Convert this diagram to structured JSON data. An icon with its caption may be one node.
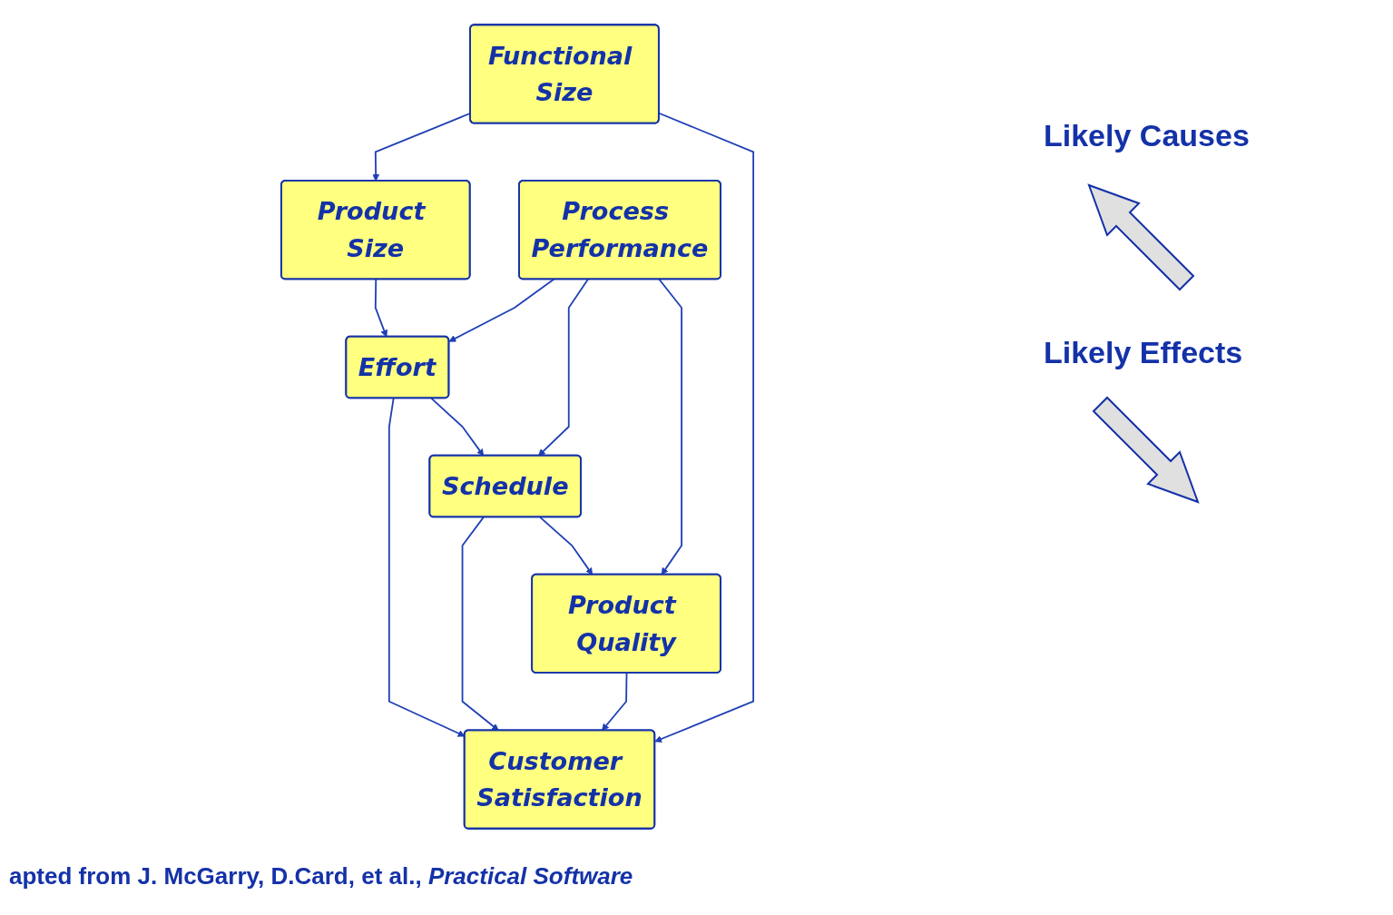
{
  "diagram": {
    "caption": "apted from J. McGarry, D.Card, et al., *Practical Software*",
    "nodes": [
      {
        "text": [
          "Functional Size"
        ]
      },
      {
        "text": [
          "Product Size"
        ]
      },
      {
        "text": [
          "Process Performance"
        ]
      },
      {
        "text": [
          "Effort"
        ]
      },
      {
        "text": [
          "Customer Satisfaction"
        ]
      },
      {
        "text": [
          "Schedule"
        ]
      },
      {
        "text": [
          "Product Quality"
        ]
      }
    ],
    "edges": [
      {
        "from": 0,
        "to": 1,
        "arrow": "to"
      },
      {
        "from": 0,
        "to": 4,
        "arrow": "to"
      },
      {
        "from": 1,
        "to": 3,
        "arrow": "to"
      },
      {
        "from": 2,
        "to": 3,
        "arrow": "to"
      },
      {
        "from": 2,
        "to": 5,
        "arrow": "to"
      },
      {
        "from": 2,
        "to": 6,
        "arrow": "to"
      },
      {
        "from": 3,
        "to": 4,
        "arrow": "to"
      },
      {
        "from": 3,
        "to": 5,
        "arrow": "to"
      },
      {
        "from": 5,
        "to": 4,
        "arrow": "to"
      },
      {
        "from": 5,
        "to": 6,
        "arrow": "to"
      },
      {
        "from": 6,
        "to": 4,
        "arrow": "to"
      }
    ],
    "labels": [
      "Likely Causes",
      "Likely Effects"
    ]
  }
}
